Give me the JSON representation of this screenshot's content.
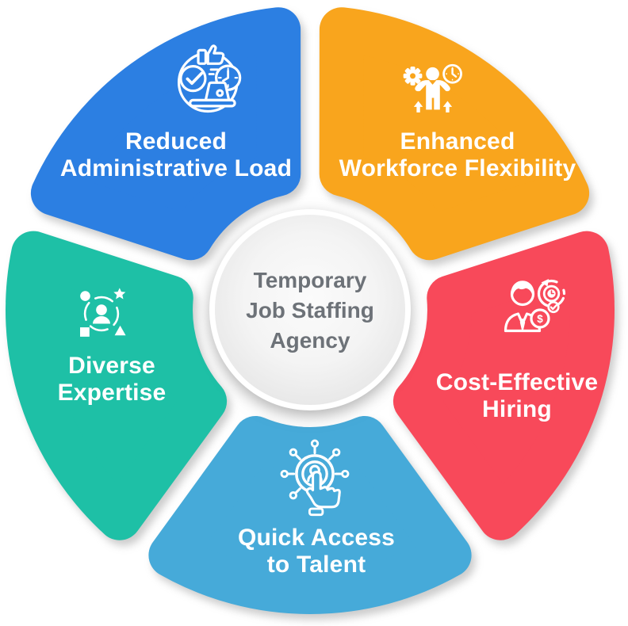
{
  "title": "Temporary Job Staffing Agency",
  "center": {
    "line1": "Temporary",
    "line2": "Job Staffing",
    "line3": "Agency",
    "text_color": "#6d7278",
    "fill_color": "#f4f4f4"
  },
  "label_text_color": "#ffffff",
  "background_color": "#ffffff",
  "segments": [
    {
      "name": "reduced-administrative-load",
      "line1": "Reduced",
      "line2": "Administrative Load",
      "color": "#2c7fe2",
      "icon": "approval-clock-laptop-icon"
    },
    {
      "name": "enhanced-workforce-flexibility",
      "line1": "Enhanced",
      "line2": "Workforce Flexibility",
      "color": "#f9a51d",
      "icon": "gear-person-clock-icon"
    },
    {
      "name": "cost-effective-hiring",
      "line1": "Cost-Effective",
      "line2": "Hiring",
      "color": "#f8495a",
      "icon": "businessman-dollar-refresh-icon"
    },
    {
      "name": "quick-access-to-talent",
      "line1": "Quick Access",
      "line2": "to Talent",
      "color": "#46aad9",
      "icon": "talent-select-hand-icon"
    },
    {
      "name": "diverse-expertise",
      "line1": "Diverse",
      "line2": "Expertise",
      "color": "#1ec0a6",
      "icon": "person-diverse-shapes-icon"
    }
  ]
}
